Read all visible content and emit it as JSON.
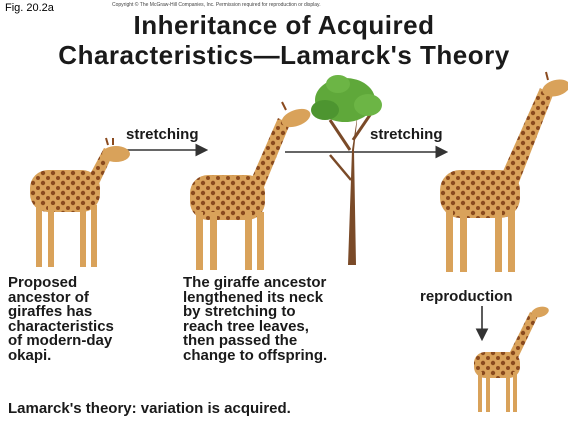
{
  "figure": {
    "label": "Fig. 20.2a",
    "copyright": "Copyright © The McGraw-Hill Companies, Inc. Permission required for reproduction or display."
  },
  "title": {
    "line1": "Inheritance of Acquired",
    "line2": "Characteristics—Lamarck's Theory"
  },
  "arrows": {
    "stretching_1": "stretching",
    "stretching_2": "stretching",
    "reproduction": "reproduction"
  },
  "captions": {
    "ancestor": [
      "Proposed",
      "ancestor of",
      "giraffes has",
      "characteristics",
      "of modern-day",
      "okapi."
    ],
    "lengthened": [
      "The giraffe ancestor",
      "lengthened its neck",
      "by stretching to",
      "reach tree leaves,",
      "then passed the",
      "change to offspring."
    ]
  },
  "footer": "Lamarck's theory: variation is acquired.",
  "colors": {
    "giraffe_fur": "#d9a25a",
    "giraffe_spots": "#8a4a1e",
    "tree_trunk": "#7a4a28",
    "leaves": "#5fa83a",
    "arrow": "#333333"
  }
}
